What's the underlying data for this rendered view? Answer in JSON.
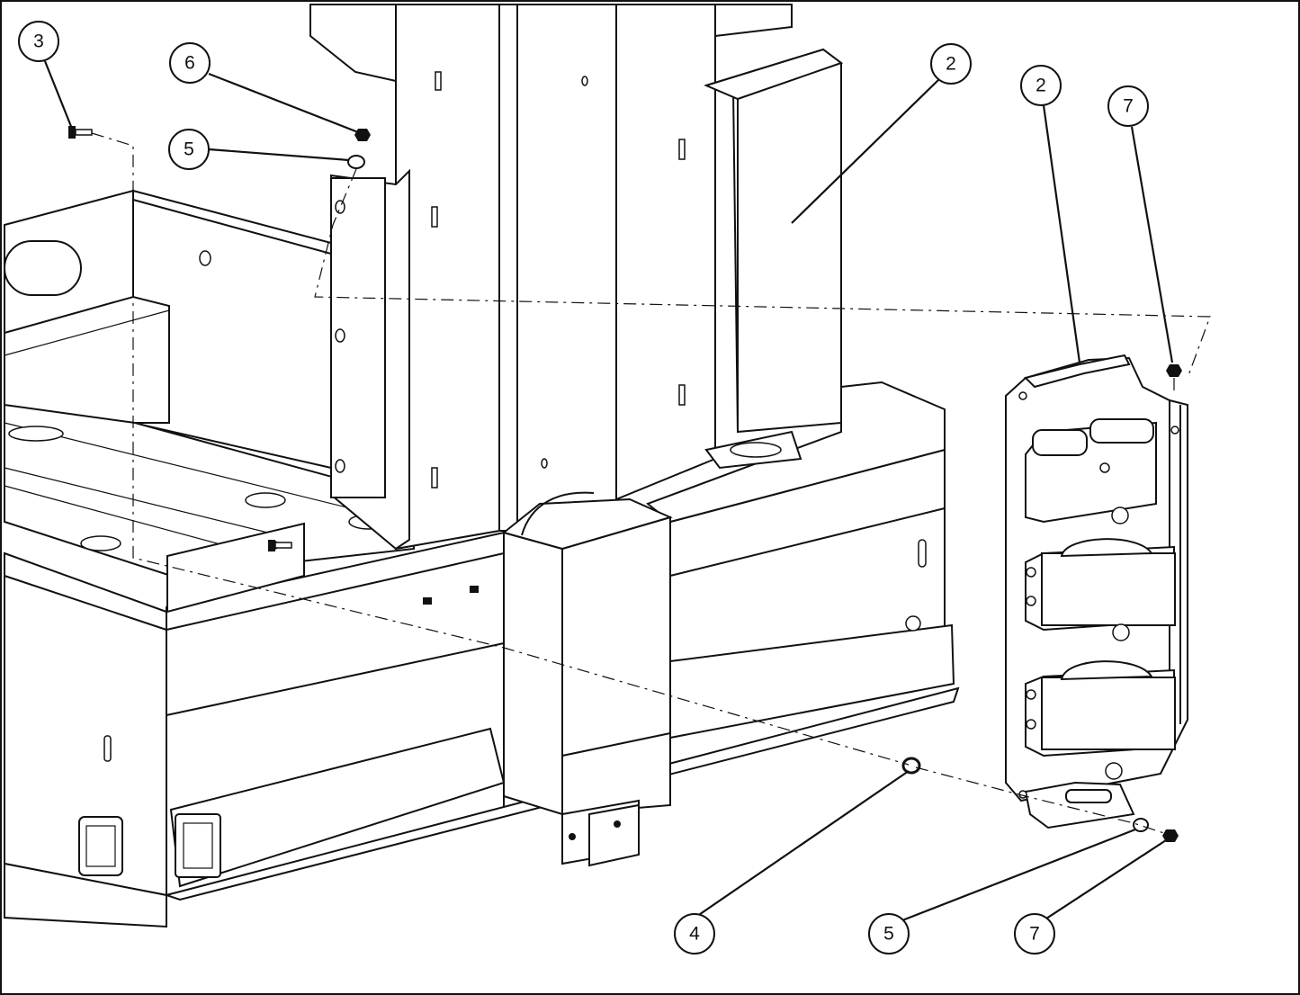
{
  "callouts": [
    {
      "id": "callout-3-top-left",
      "label": "3"
    },
    {
      "id": "callout-6-top",
      "label": "6"
    },
    {
      "id": "callout-5-top",
      "label": "5"
    },
    {
      "id": "callout-2-center",
      "label": "2"
    },
    {
      "id": "callout-2-right",
      "label": "2"
    },
    {
      "id": "callout-7-top-right",
      "label": "7"
    },
    {
      "id": "callout-4-bottom",
      "label": "4"
    },
    {
      "id": "callout-5-bottom",
      "label": "5"
    },
    {
      "id": "callout-7-bottom",
      "label": "7"
    }
  ]
}
